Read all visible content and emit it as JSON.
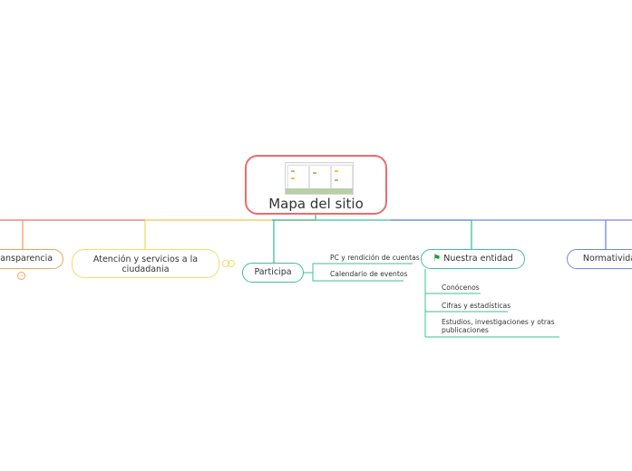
{
  "root": {
    "title": "Mapa del sitio",
    "image": "site-map-thumbnail"
  },
  "branches": [
    {
      "id": "transparencia",
      "label": "Transparencia",
      "color": "#f0a35e"
    },
    {
      "id": "atencion",
      "label": "Atención y servicios a la ciudadania",
      "color": "#f1dd6a"
    },
    {
      "id": "participa",
      "label": "Participa",
      "color": "#3fbf9b",
      "children": [
        "PC y rendición de cuentas",
        "Calendario de eventos"
      ]
    },
    {
      "id": "entidad",
      "label": "Nuestra entidad",
      "color": "#3fbf9b",
      "icon": "green-flag-icon",
      "children": [
        "Conócenos",
        "Cifras y estadísticas",
        "Estudios, investigaciones y otras publicaciones"
      ]
    },
    {
      "id": "normatividad",
      "label": "Normatividad",
      "color": "#6a8be0"
    }
  ],
  "colors": {
    "root_border": "#ef6b6b",
    "red_link": "#ef6b6b",
    "yellow_link": "#f1dd6a",
    "teal_link": "#3fbf9b",
    "blue_link": "#6a8be0",
    "purple_link": "#8f7bd6"
  }
}
